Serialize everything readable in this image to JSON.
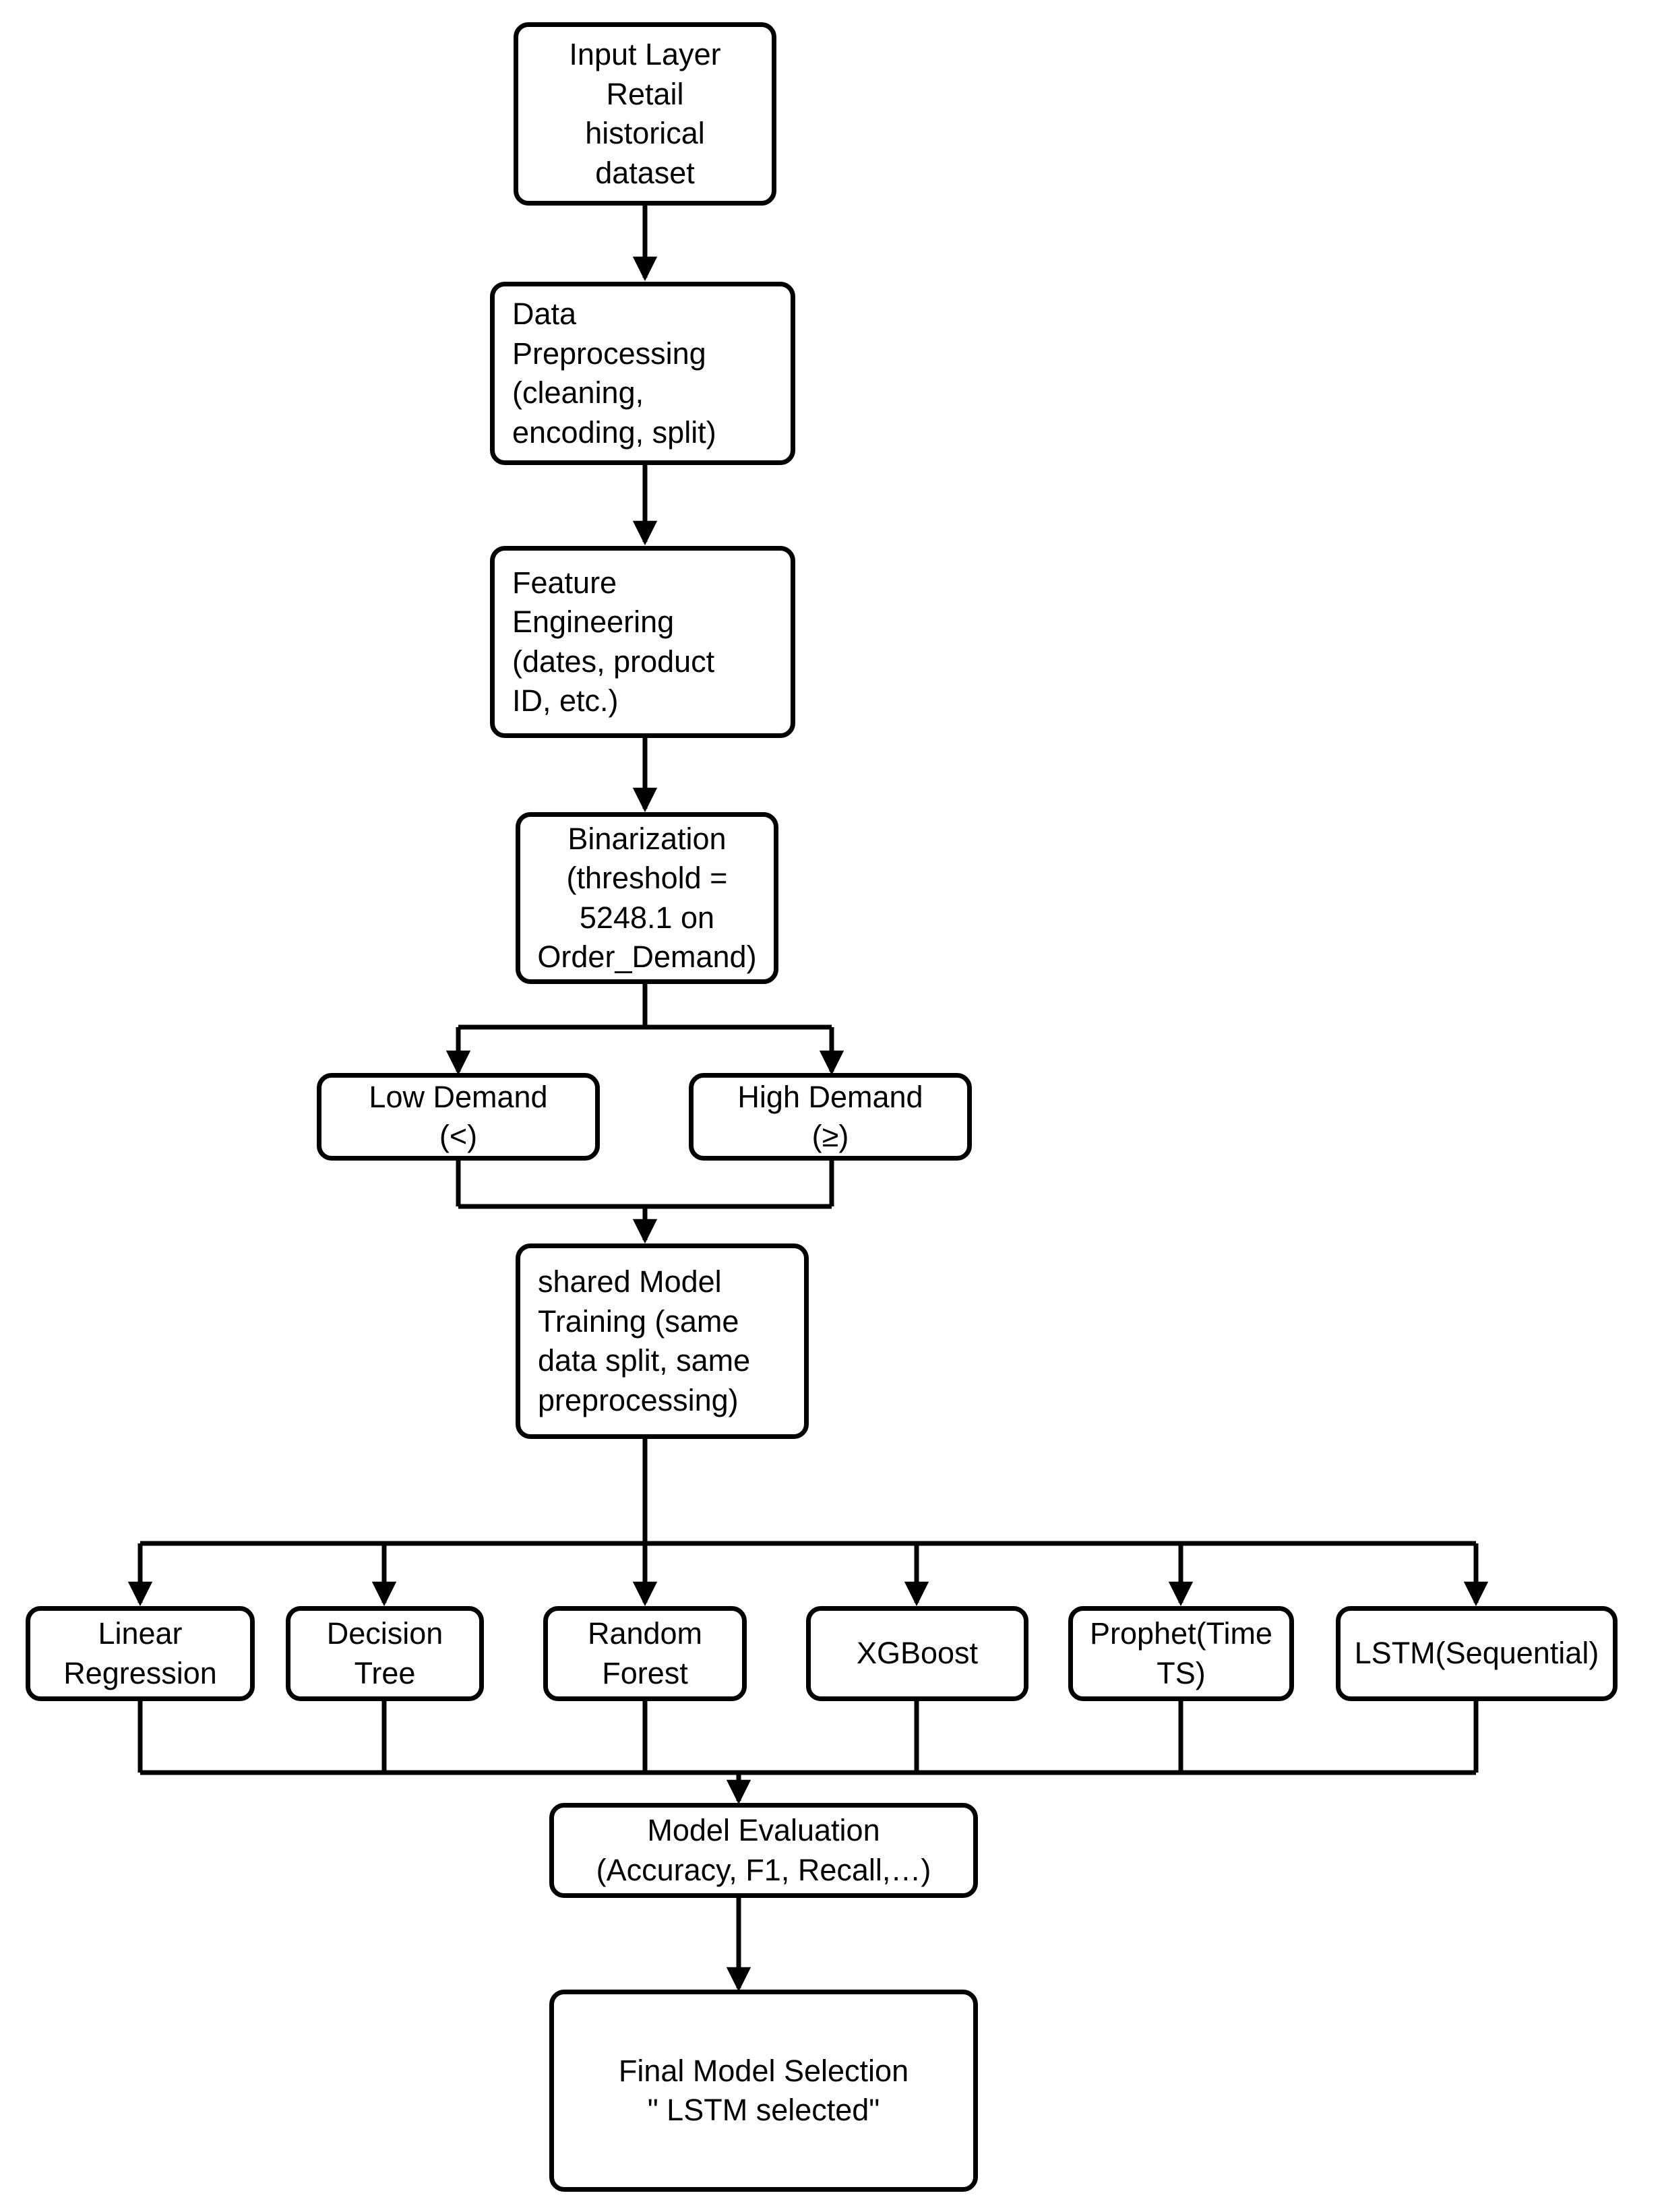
{
  "diagram": {
    "title": "Retail demand forecasting model pipeline flowchart",
    "stroke_color": "#000000",
    "fill_color": "#ffffff",
    "nodes": [
      {
        "id": "input",
        "label": "Input Layer\nRetail\nhistorical\ndataset"
      },
      {
        "id": "preprocess",
        "label": "Data\nPreprocessing\n(cleaning,\nencoding, split)"
      },
      {
        "id": "features",
        "label": "Feature\nEngineering\n(dates, product\nID, etc.)"
      },
      {
        "id": "binarization",
        "label": "Binarization\n(threshold =\n5248.1 on\nOrder_Demand)"
      },
      {
        "id": "low-demand",
        "label": "Low Demand\n(<)"
      },
      {
        "id": "high-demand",
        "label": "High Demand\n(≥)"
      },
      {
        "id": "training",
        "label": "shared Model\nTraining (same\ndata split, same\npreprocessing)"
      },
      {
        "id": "linear-regression",
        "label": "Linear\nRegression"
      },
      {
        "id": "decision-tree",
        "label": "Decision\nTree"
      },
      {
        "id": "random-forest",
        "label": "Random\nForest"
      },
      {
        "id": "xgboost",
        "label": "XGBoost"
      },
      {
        "id": "prophet",
        "label": "Prophet(Time\nTS)"
      },
      {
        "id": "lstm",
        "label": "LSTM(Sequential)"
      },
      {
        "id": "evaluation",
        "label": "Model Evaluation\n(Accuracy, F1, Recall,…)"
      },
      {
        "id": "final",
        "label": "Final Model Selection\n\" LSTM selected\""
      }
    ]
  }
}
